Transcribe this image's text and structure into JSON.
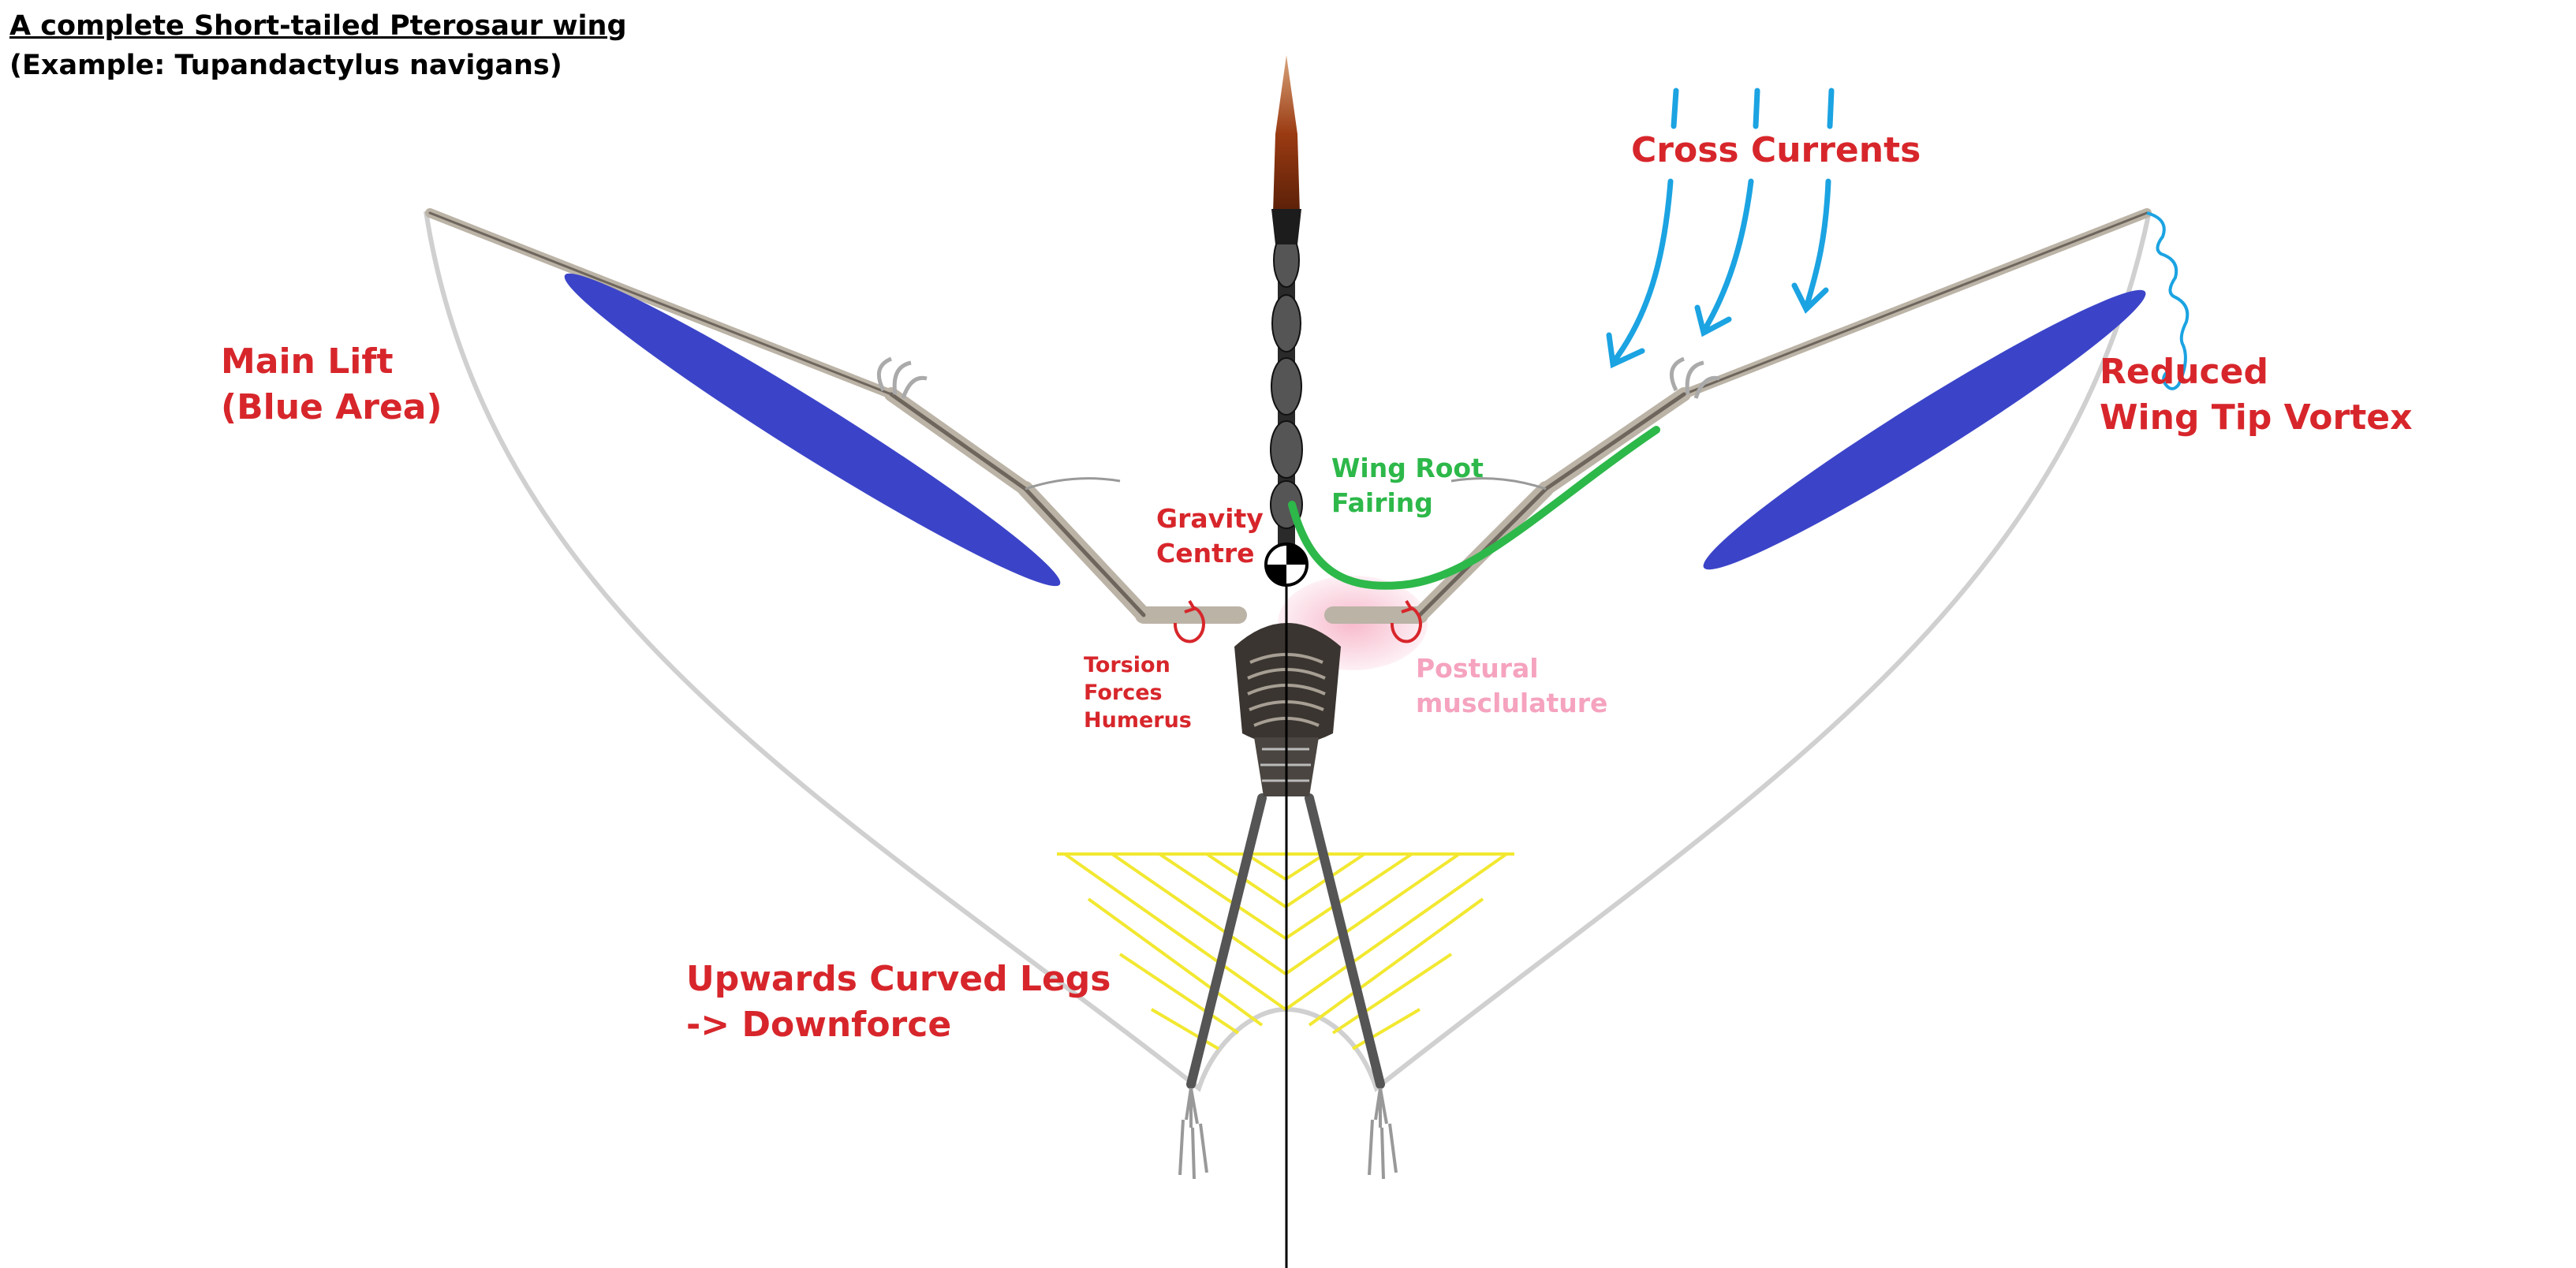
{
  "title": {
    "line1": "A complete Short-tailed Pterosaur wing",
    "line2": "(Example: Tupandactylus navigans)"
  },
  "labels": {
    "main_lift": [
      "Main Lift",
      "(Blue Area)"
    ],
    "cross_currents": "Cross Currents",
    "reduced_vortex": [
      "Reduced",
      "Wing Tip Vortex"
    ],
    "wing_root": [
      "Wing Root",
      "Fairing"
    ],
    "gravity": [
      "Gravity",
      "Centre"
    ],
    "torsion": [
      "Torsion",
      "Forces",
      "Humerus"
    ],
    "postural": [
      "Postural",
      "musclulature"
    ],
    "legs": [
      "Upwards Curved Legs",
      "-> Downforce"
    ]
  },
  "colors": {
    "lift": "#3b44c8",
    "airflow": "#1ba3e2",
    "fairing": "#2db84a",
    "muscle": "#f7b6ca",
    "uropatagium": "#f2e830",
    "membrane_outline": "#cfcfcf",
    "annotation_red": "#d7262b",
    "crest": "#9a3a12"
  },
  "icons": {
    "gravity_marker": "center-of-gravity-icon",
    "airflow": "airflow-arrow-icon",
    "vortex": "wingtip-vortex-icon",
    "torsion": "rotation-arrow-icon"
  }
}
